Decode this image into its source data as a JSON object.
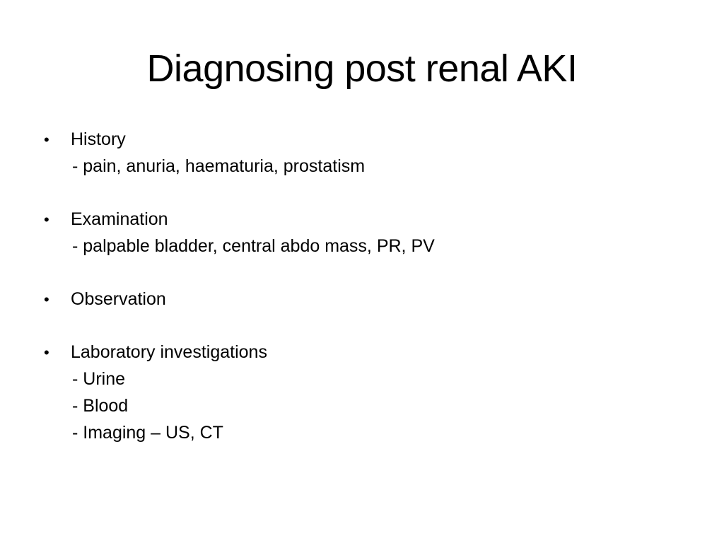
{
  "slide": {
    "title": "Diagnosing post renal AKI",
    "bullets": [
      {
        "label": "History",
        "subs": [
          "- pain, anuria, haematuria, prostatism"
        ]
      },
      {
        "label": "Examination",
        "subs": [
          "- palpable bladder, central abdo mass, PR, PV"
        ]
      },
      {
        "label": "Observation",
        "subs": []
      },
      {
        "label": "Laboratory investigations",
        "subs": [
          "- Urine",
          "- Blood",
          "- Imaging – US, CT"
        ]
      }
    ],
    "bullet_symbol": "•",
    "colors": {
      "background": "#ffffff",
      "text": "#000000"
    }
  }
}
